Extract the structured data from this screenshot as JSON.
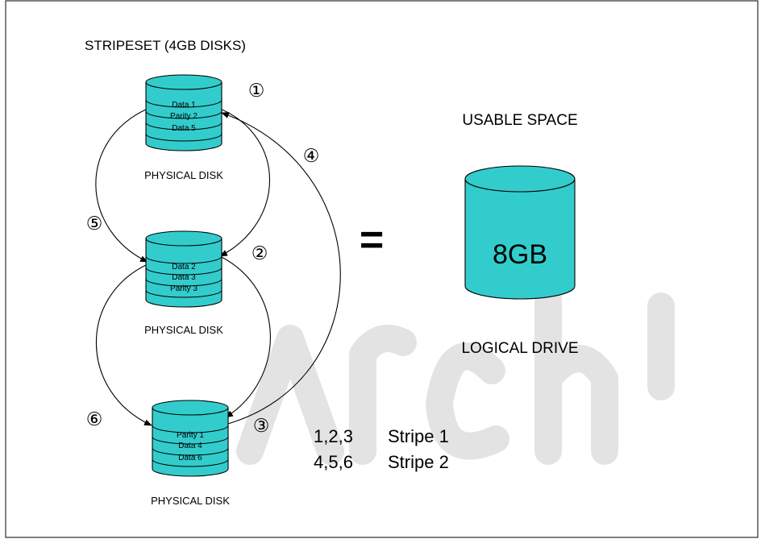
{
  "title": "STRIPESET (4GB DISKS)",
  "disks": [
    {
      "rows": [
        "Data 1",
        "Parity 2",
        "Data 5"
      ],
      "label": "PHYSICAL DISK"
    },
    {
      "rows": [
        "Data 2",
        "Data 3",
        "Parity 3"
      ],
      "label": "PHYSICAL DISK"
    },
    {
      "rows": [
        "Parity 1",
        "Data 4",
        "Data 6"
      ],
      "label": "PHYSICAL DISK"
    }
  ],
  "steps": [
    "①",
    "②",
    "③",
    "④",
    "⑤",
    "⑥"
  ],
  "equals": "=",
  "usable_space": "USABLE SPACE",
  "logical_capacity": "8GB",
  "logical_drive": "LOGICAL DRIVE",
  "legend": [
    {
      "sequence": "1,2,3",
      "stripe": "Stripe 1"
    },
    {
      "sequence": "4,5,6",
      "stripe": "Stripe 2"
    }
  ],
  "watermark": "Archived",
  "colors": {
    "disk_fill": "#33cccc",
    "watermark": "#e0e0e0",
    "ink": "#000000"
  }
}
